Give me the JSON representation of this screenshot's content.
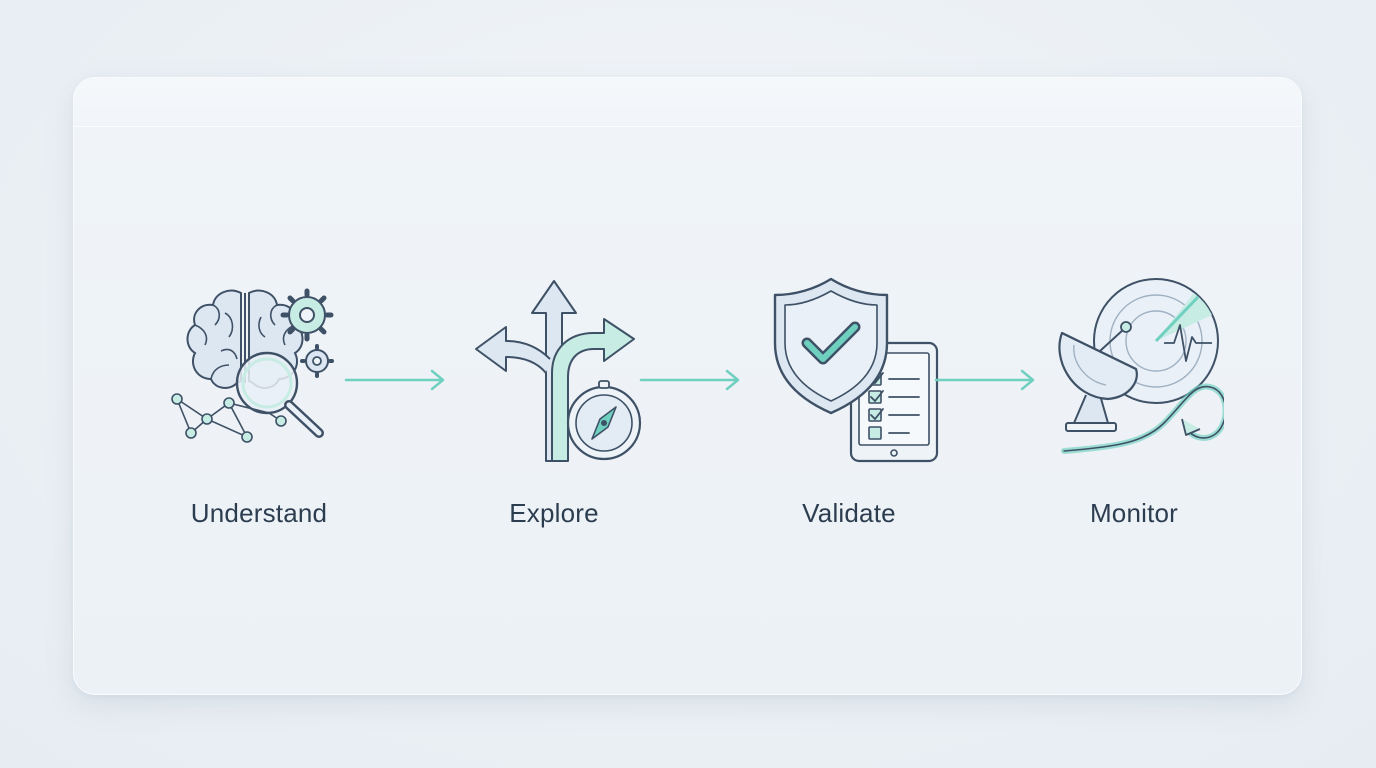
{
  "steps": [
    {
      "label": "Understand",
      "icon": "brain-magnifier-icon"
    },
    {
      "label": "Explore",
      "icon": "branching-arrows-compass-icon"
    },
    {
      "label": "Validate",
      "icon": "shield-checklist-icon"
    },
    {
      "label": "Monitor",
      "icon": "satellite-dish-radar-icon"
    }
  ],
  "colors": {
    "accent": "#6fd0c0",
    "stroke": "#3e5166",
    "label": "#2c3d4f",
    "fill_light": "#dbe6f2",
    "fill_accent": "#c7ece4"
  }
}
